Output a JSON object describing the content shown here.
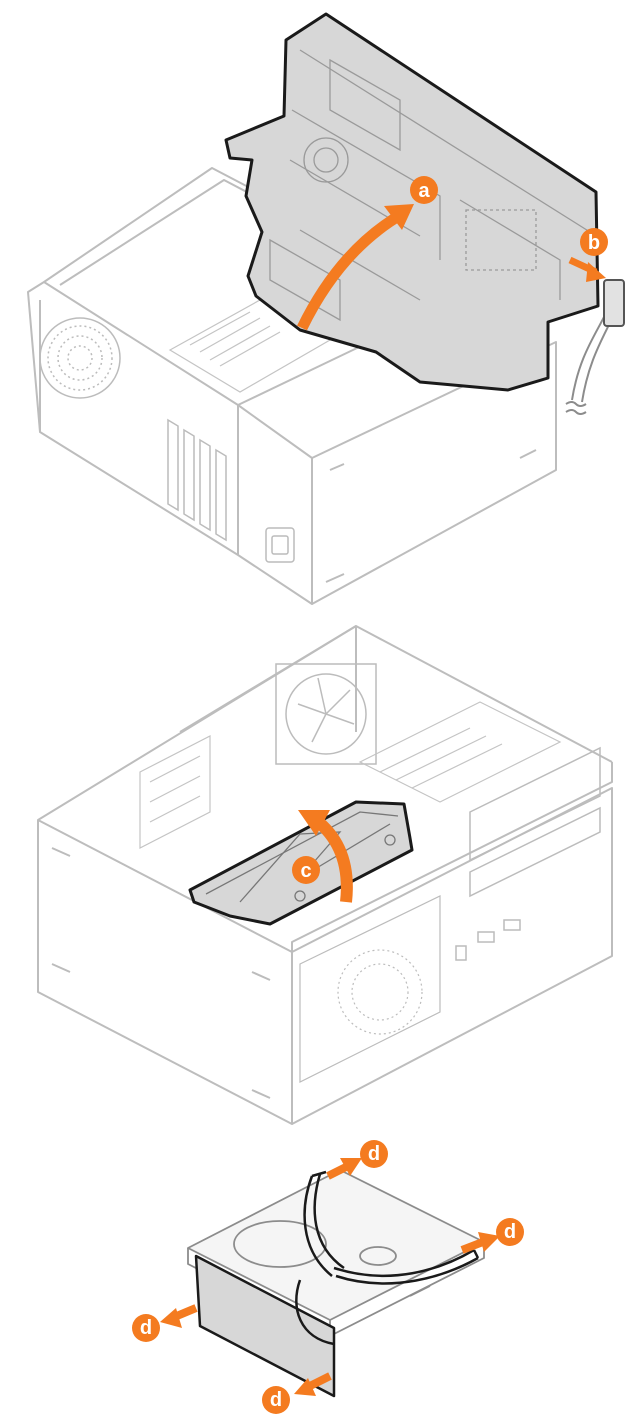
{
  "steps": {
    "a": {
      "label": "a"
    },
    "b": {
      "label": "b"
    },
    "c": {
      "label": "c"
    },
    "d": {
      "label": "d"
    }
  },
  "colors": {
    "accent": "#f47b20",
    "line_light": "#b9b9b9",
    "line_dark": "#1a1a1a",
    "part_fill": "#d7d7d7",
    "callout_text": "#ffffff"
  }
}
